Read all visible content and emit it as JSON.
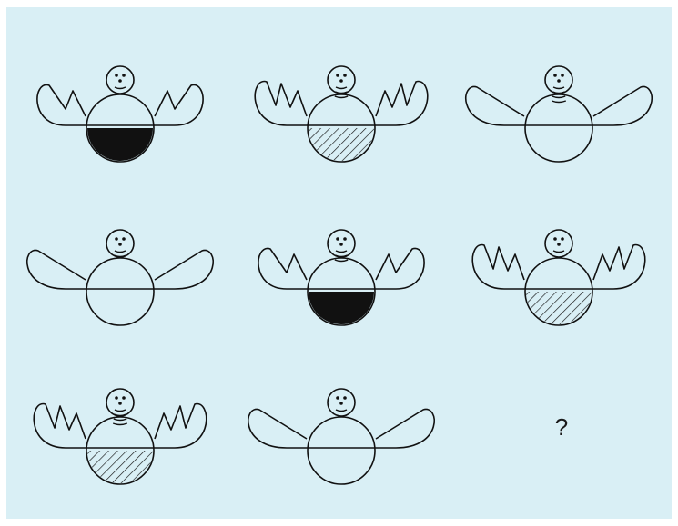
{
  "puzzle": {
    "background_color": "#d9eff5",
    "stroke_color": "#111111",
    "question_mark": "?",
    "cells": [
      {
        "position": 1,
        "wing_type": "two-spike",
        "mouth_lines": 1,
        "bottom_fill": "solid"
      },
      {
        "position": 2,
        "wing_type": "three-spike",
        "mouth_lines": 3,
        "bottom_fill": "hatched"
      },
      {
        "position": 3,
        "wing_type": "plain",
        "mouth_lines": 4,
        "bottom_fill": "empty"
      },
      {
        "position": 4,
        "wing_type": "plain",
        "mouth_lines": 2,
        "bottom_fill": "empty"
      },
      {
        "position": 5,
        "wing_type": "two-spike",
        "mouth_lines": 3,
        "bottom_fill": "solid"
      },
      {
        "position": 6,
        "wing_type": "three-spike",
        "mouth_lines": 1,
        "bottom_fill": "hatched"
      },
      {
        "position": 7,
        "wing_type": "three-spike",
        "mouth_lines": 4,
        "bottom_fill": "hatched"
      },
      {
        "position": 8,
        "wing_type": "plain",
        "mouth_lines": 1,
        "bottom_fill": "empty"
      },
      {
        "position": 9,
        "wing_type": "unknown",
        "mouth_lines": 0,
        "bottom_fill": "unknown"
      }
    ]
  }
}
